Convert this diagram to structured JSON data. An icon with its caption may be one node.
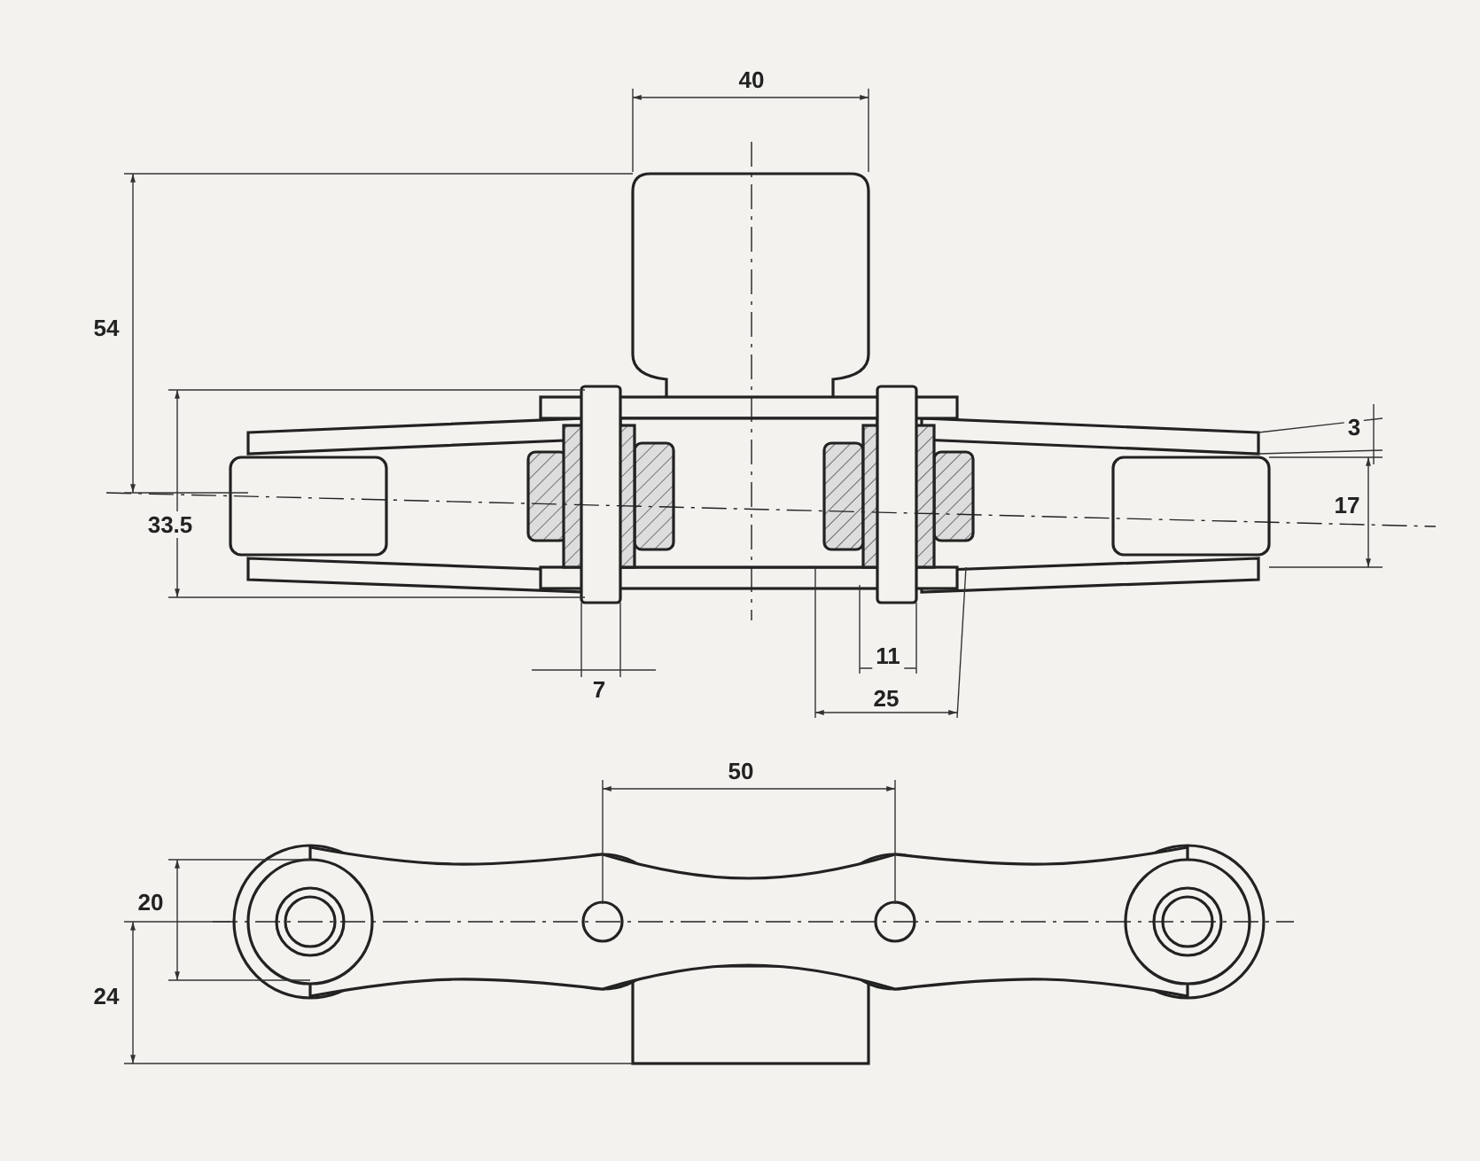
{
  "diagram": {
    "labels": [
      "40",
      "54",
      "3",
      "33.5",
      "17",
      "7",
      "11",
      "25",
      "50",
      "20",
      "24"
    ]
  }
}
